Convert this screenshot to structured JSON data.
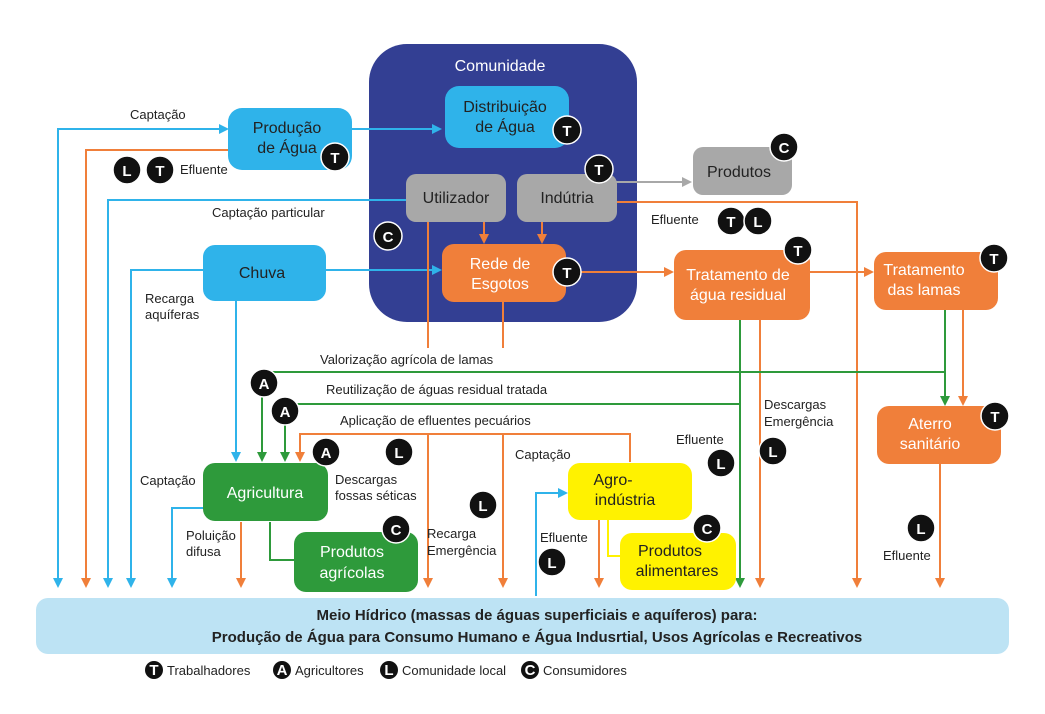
{
  "colors": {
    "community": "#333f93",
    "blue": "#2fb3ea",
    "gray": "#a8a8a8",
    "orange": "#f07f3a",
    "green": "#2e9a3b",
    "yellow": "#fff200",
    "bottom": "#bde3f4",
    "badge": "#111111"
  },
  "community": {
    "title": "Comunidade"
  },
  "nodes": {
    "producao": [
      "Produção",
      "de Água"
    ],
    "distribuicao": [
      "Distribuição",
      "de Água"
    ],
    "utilizador": [
      "Utilizador"
    ],
    "industria": [
      "Indútria"
    ],
    "produtos": [
      "Produtos"
    ],
    "chuva": [
      "Chuva"
    ],
    "rede": [
      "Rede de",
      "Esgotos"
    ],
    "tratamento_agua": [
      "Tratamento de",
      "água residual"
    ],
    "tratamento_lamas": [
      "Tratamento",
      "das lamas"
    ],
    "aterro": [
      "Aterro",
      "sanitário"
    ],
    "agricultura": [
      "Agricultura"
    ],
    "produtos_agricolas": [
      "Produtos",
      "agrícolas"
    ],
    "agroindustria": [
      "Agro-",
      "indústria"
    ],
    "produtos_alimentares": [
      "Produtos",
      "alimentares"
    ]
  },
  "labels": {
    "captacao_top": "Captação",
    "efluente_prod": "Efluente",
    "captacao_particular": "Captação particular",
    "efluente_ind": "Efluente",
    "recarga_aquiferas": [
      "Recarga",
      "aquíferas"
    ],
    "valorizacao": "Valorização agrícola de lamas",
    "reutilizacao": "Reutilização de águas residual tratada",
    "aplicacao": "Aplicação de efluentes pecuários",
    "descargas_emergencia": [
      "Descargas",
      "Emergência"
    ],
    "efluente_mid": "Efluente",
    "captacao_agri": "Captação",
    "descargas_fossas": [
      "Descargas",
      "fossas séticas"
    ],
    "captacao_agro": "Captação",
    "poluicao": [
      "Poluição",
      "difusa"
    ],
    "recarga_emergencia": [
      "Recarga",
      "Emergência"
    ],
    "efluente_agro": "Efluente",
    "efluente_aterro": "Efluente"
  },
  "bottom": {
    "line1": "Meio Hídrico (massas de águas superficiais e aquíferos) para:",
    "line2": "Produção de Água para Consumo Humano e Água Indusrtial, Usos Agrícolas e Recreativos"
  },
  "legend": [
    {
      "letter": "T",
      "label": "Trabalhadores"
    },
    {
      "letter": "A",
      "label": "Agricultores"
    },
    {
      "letter": "L",
      "label": "Comunidade local"
    },
    {
      "letter": "C",
      "label": "Consumidores"
    }
  ]
}
